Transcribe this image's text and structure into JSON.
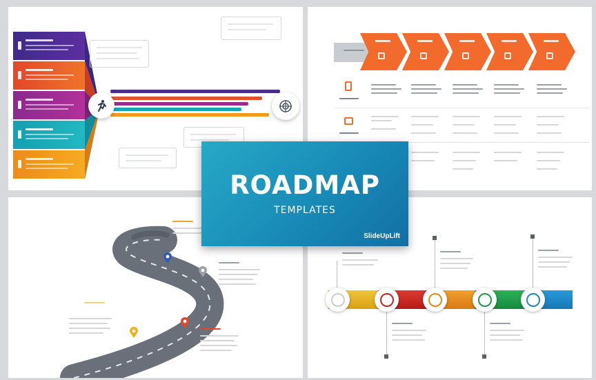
{
  "title_card": {
    "title": "ROADMAP",
    "subtitle": "TEMPLATES",
    "brand": "SlideUpLift"
  },
  "colors": {
    "title_card": "#1a8fbb",
    "chevron": "#f26a2c",
    "steps": [
      "#4b2c8f",
      "#e0532a",
      "#9b2c8d",
      "#17a6b7",
      "#f39a1c"
    ],
    "timeline": [
      "#e4b21d",
      "#c8241f",
      "#e08a1c",
      "#1c9a47",
      "#1a87c8"
    ]
  },
  "icons": {
    "start_node": "runner-icon",
    "end_node": "target-icon",
    "timeline_nodes": [
      "bulb-icon",
      "handshake-icon",
      "chart-icon",
      "money-icon",
      "bank-icon"
    ],
    "road_pins": [
      "pin-icon",
      "pin-icon",
      "pin-icon",
      "pin-icon"
    ]
  }
}
